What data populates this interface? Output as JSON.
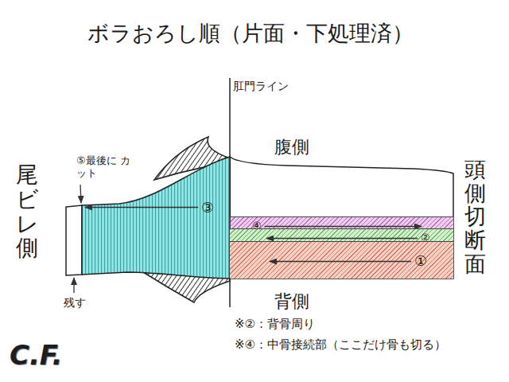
{
  "diagram": {
    "title": "ボラおろし順（片面・下処理済）",
    "nodes": [
      {
        "text": [
          "④"
        ]
      },
      {
        "text": [
          "③"
        ]
      },
      {
        "text": [
          "②"
        ]
      },
      {
        "text": [
          "①"
        ]
      }
    ],
    "labels": [
      "肛門ライン",
      "腹側",
      "背側",
      "尾ビレ側",
      "頭側切断面",
      "⑤最後に カット",
      "残す",
      "※②：背骨周り",
      "※④：中骨接続部（ここだけ骨も切る）",
      "C.F."
    ]
  }
}
